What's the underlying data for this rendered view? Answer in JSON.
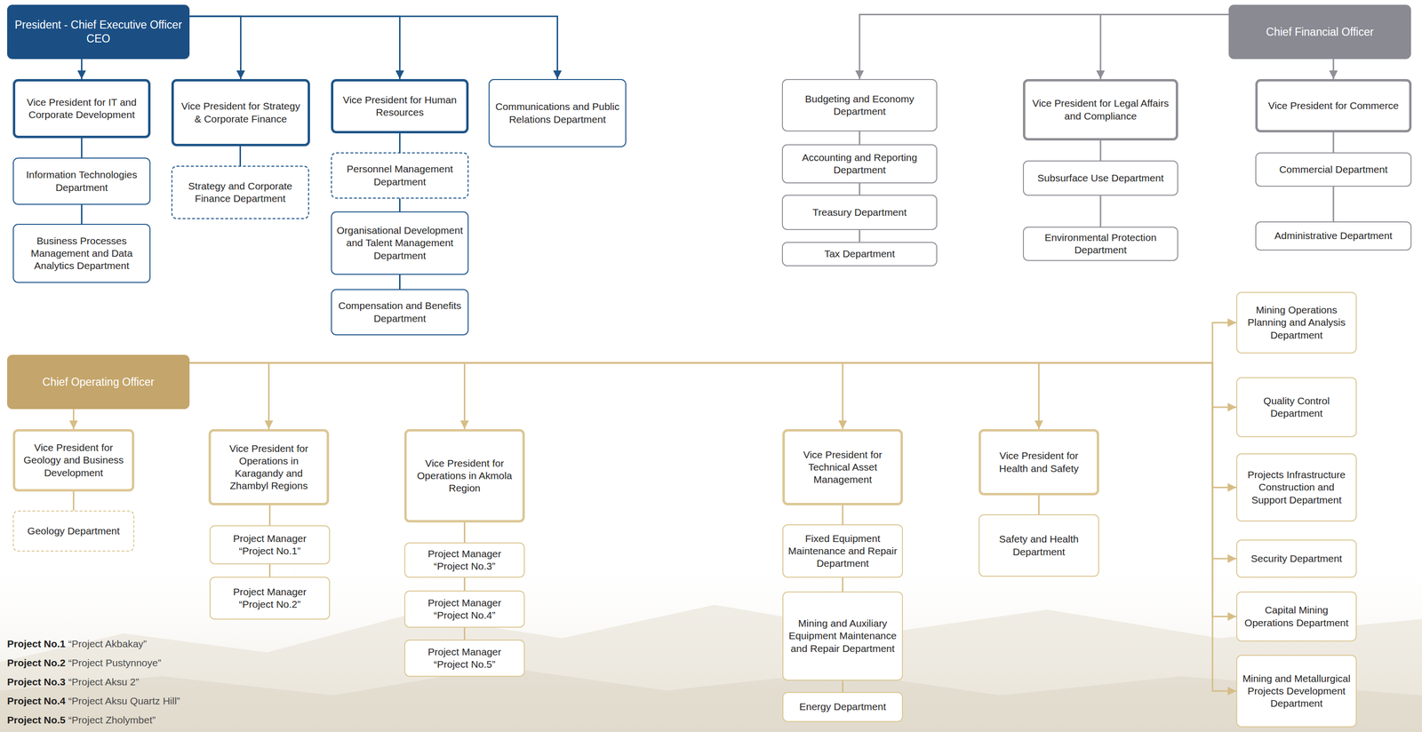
{
  "diagram": {
    "nodes": [
      {
        "text": [
          "President - Chief Executive Officer CEO"
        ]
      },
      {
        "text": [
          "Vice President for IT and Corporate Development"
        ]
      },
      {
        "text": [
          "Information Technologies Department"
        ]
      },
      {
        "text": [
          "Business Processes Management and Data Analytics Department"
        ]
      },
      {
        "text": [
          "Vice President for Strategy & Corporate Finance"
        ]
      },
      {
        "text": [
          "Strategy and Corporate Finance Department"
        ]
      },
      {
        "text": [
          "Vice President for Human Resources"
        ]
      },
      {
        "text": [
          "Personnel Management Department"
        ]
      },
      {
        "text": [
          "Organisational Development and Talent Management Department"
        ]
      },
      {
        "text": [
          "Compensation and Benefits Department"
        ]
      },
      {
        "text": [
          "Communications and Public Relations Department"
        ]
      },
      {
        "text": [
          "Chief Financial Officer"
        ]
      },
      {
        "text": [
          "Budgeting and Economy Department"
        ]
      },
      {
        "text": [
          "Accounting and Reporting Department"
        ]
      },
      {
        "text": [
          "Treasury Department"
        ]
      },
      {
        "text": [
          "Tax Department"
        ]
      },
      {
        "text": [
          "Vice President for Legal Affairs and Compliance"
        ]
      },
      {
        "text": [
          "Subsurface Use Department"
        ]
      },
      {
        "text": [
          "Environmental Protection Department"
        ]
      },
      {
        "text": [
          "Vice President for Commerce"
        ]
      },
      {
        "text": [
          "Commercial Department"
        ]
      },
      {
        "text": [
          "Administrative Department"
        ]
      },
      {
        "text": [
          "Chief Operating Officer"
        ]
      },
      {
        "text": [
          "Vice President for Geology and Business Development"
        ]
      },
      {
        "text": [
          "Geology Department"
        ]
      },
      {
        "text": [
          "Vice President for Operations in Karagandy and Zhambyl Regions"
        ]
      },
      {
        "text": [
          "Project Manager “Project No.1”"
        ]
      },
      {
        "text": [
          "Project Manager “Project No.2”"
        ]
      },
      {
        "text": [
          "Vice President for Operations in Akmola Region"
        ]
      },
      {
        "text": [
          "Project Manager “Project No.3”"
        ]
      },
      {
        "text": [
          "Project Manager “Project No.4”"
        ]
      },
      {
        "text": [
          "Project Manager “Project No.5”"
        ]
      },
      {
        "text": [
          "Vice President for Technical Asset Management"
        ]
      },
      {
        "text": [
          "Fixed Equipment Maintenance and Repair Department"
        ]
      },
      {
        "text": [
          "Mining and Auxiliary Equipment Maintenance and Repair Department"
        ]
      },
      {
        "text": [
          "Energy Department"
        ]
      },
      {
        "text": [
          "Vice President for Health and Safety"
        ]
      },
      {
        "text": [
          "Safety and Health Department"
        ]
      },
      {
        "text": [
          "Mining Operations Planning and Analysis Department"
        ]
      },
      {
        "text": [
          "Quality Control Department"
        ]
      },
      {
        "text": [
          "Projects Infrastructure Construction and Support Department"
        ]
      },
      {
        "text": [
          "Security Department"
        ]
      },
      {
        "text": [
          "Capital Mining Operations Department"
        ]
      },
      {
        "text": [
          "Mining and Metallurgical Projects Development Department"
        ]
      }
    ],
    "edges": [
      {
        "from": 0,
        "to": 1,
        "arrow": "to"
      },
      {
        "from": 0,
        "to": 4,
        "arrow": "to"
      },
      {
        "from": 0,
        "to": 6,
        "arrow": "to"
      },
      {
        "from": 0,
        "to": 10,
        "arrow": "to"
      },
      {
        "from": 1,
        "to": 2,
        "arrow": "none"
      },
      {
        "from": 2,
        "to": 3,
        "arrow": "none"
      },
      {
        "from": 4,
        "to": 5,
        "arrow": "none"
      },
      {
        "from": 6,
        "to": 7,
        "arrow": "none"
      },
      {
        "from": 7,
        "to": 8,
        "arrow": "none"
      },
      {
        "from": 8,
        "to": 9,
        "arrow": "none"
      },
      {
        "from": 11,
        "to": 12,
        "arrow": "to"
      },
      {
        "from": 11,
        "to": 16,
        "arrow": "to"
      },
      {
        "from": 11,
        "to": 19,
        "arrow": "to"
      },
      {
        "from": 12,
        "to": 13,
        "arrow": "none"
      },
      {
        "from": 13,
        "to": 14,
        "arrow": "none"
      },
      {
        "from": 14,
        "to": 15,
        "arrow": "none"
      },
      {
        "from": 16,
        "to": 17,
        "arrow": "none"
      },
      {
        "from": 17,
        "to": 18,
        "arrow": "none"
      },
      {
        "from": 19,
        "to": 20,
        "arrow": "none"
      },
      {
        "from": 20,
        "to": 21,
        "arrow": "none"
      },
      {
        "from": 22,
        "to": 23,
        "arrow": "to"
      },
      {
        "from": 22,
        "to": 25,
        "arrow": "to"
      },
      {
        "from": 22,
        "to": 28,
        "arrow": "to"
      },
      {
        "from": 22,
        "to": 32,
        "arrow": "to"
      },
      {
        "from": 22,
        "to": 36,
        "arrow": "to"
      },
      {
        "from": 22,
        "to": 38,
        "arrow": "to"
      },
      {
        "from": 22,
        "to": 39,
        "arrow": "to"
      },
      {
        "from": 22,
        "to": 40,
        "arrow": "to"
      },
      {
        "from": 22,
        "to": 41,
        "arrow": "to"
      },
      {
        "from": 22,
        "to": 42,
        "arrow": "to"
      },
      {
        "from": 22,
        "to": 43,
        "arrow": "to"
      },
      {
        "from": 23,
        "to": 24,
        "arrow": "none"
      },
      {
        "from": 25,
        "to": 26,
        "arrow": "none"
      },
      {
        "from": 26,
        "to": 27,
        "arrow": "none"
      },
      {
        "from": 28,
        "to": 29,
        "arrow": "none"
      },
      {
        "from": 29,
        "to": 30,
        "arrow": "none"
      },
      {
        "from": 30,
        "to": 31,
        "arrow": "none"
      },
      {
        "from": 32,
        "to": 33,
        "arrow": "none"
      },
      {
        "from": 33,
        "to": 34,
        "arrow": "none"
      },
      {
        "from": 34,
        "to": 35,
        "arrow": "none"
      },
      {
        "from": 36,
        "to": 37,
        "arrow": "none"
      }
    ],
    "labels": [
      "Project No.1",
      "“Project Akbakay”",
      "Project No.2",
      "“Project Pustynnoye”",
      "Project No.3",
      "“Project Aksu 2”",
      "Project No.4",
      "“Project Aksu Quartz Hill”",
      "Project No.5",
      "“Project Zholymbet”"
    ]
  }
}
